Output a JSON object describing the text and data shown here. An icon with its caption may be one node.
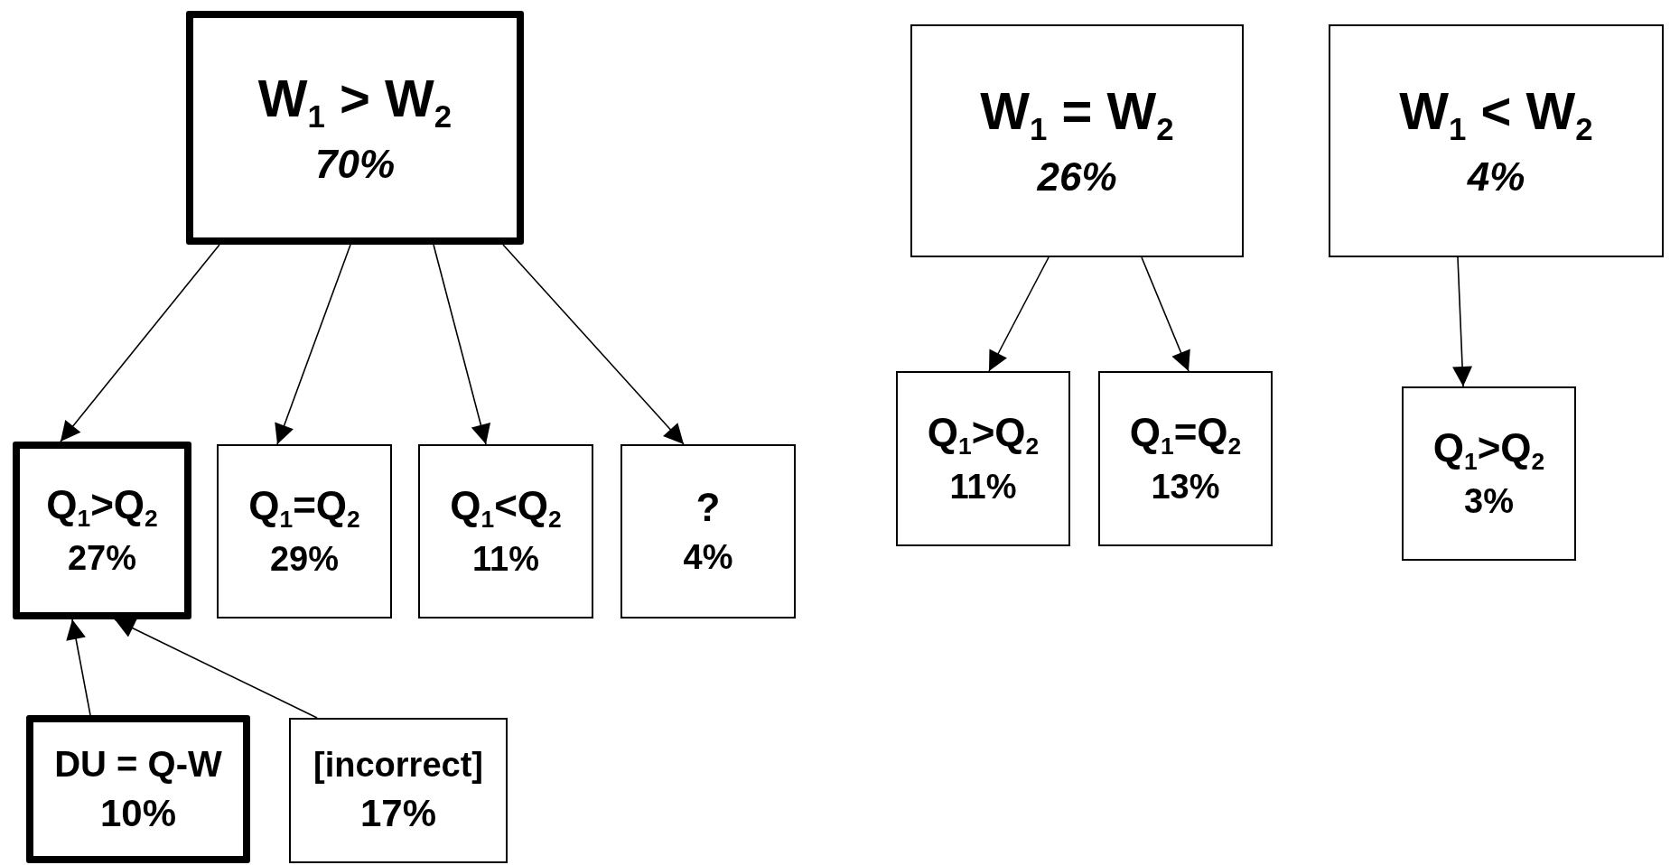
{
  "diagram": {
    "nodes": [
      {
        "text": [
          "W$_{1}$ > W$_{2}$",
          "70%"
        ]
      },
      {
        "text": [
          "Q$_{1}$>Q$_{2}$",
          "27%"
        ]
      },
      {
        "text": [
          "Q$_{1}$=Q$_{2}$",
          "29%"
        ]
      },
      {
        "text": [
          "Q$_{1}$<Q$_{2}$",
          "11%"
        ]
      },
      {
        "text": [
          "?",
          "4%"
        ]
      },
      {
        "text": [
          "DU = Q-W",
          "10%"
        ]
      },
      {
        "text": [
          "[incorrect]",
          "17%"
        ]
      },
      {
        "text": [
          "W$_{1}$ = W$_{2}$",
          "26%"
        ]
      },
      {
        "text": [
          "W$_{1}$ < W$_{2}$",
          "4%"
        ]
      },
      {
        "text": [
          "Q$_{1}$>Q$_{2}$",
          "11%"
        ]
      },
      {
        "text": [
          "Q$_{1}$=Q$_{2}$",
          "13%"
        ]
      },
      {
        "text": [
          "Q$_{1}$>Q$_{2}$",
          "3%"
        ]
      }
    ],
    "edges": [
      {
        "from": 0,
        "to": 1,
        "arrow": "to"
      },
      {
        "from": 0,
        "to": 2,
        "arrow": "to"
      },
      {
        "from": 0,
        "to": 3,
        "arrow": "to"
      },
      {
        "from": 0,
        "to": 4,
        "arrow": "to"
      },
      {
        "from": 5,
        "to": 1,
        "arrow": "to"
      },
      {
        "from": 6,
        "to": 1,
        "arrow": "to"
      },
      {
        "from": 7,
        "to": 9,
        "arrow": "to"
      },
      {
        "from": 7,
        "to": 10,
        "arrow": "to"
      },
      {
        "from": 8,
        "to": 11,
        "arrow": "to"
      }
    ]
  }
}
